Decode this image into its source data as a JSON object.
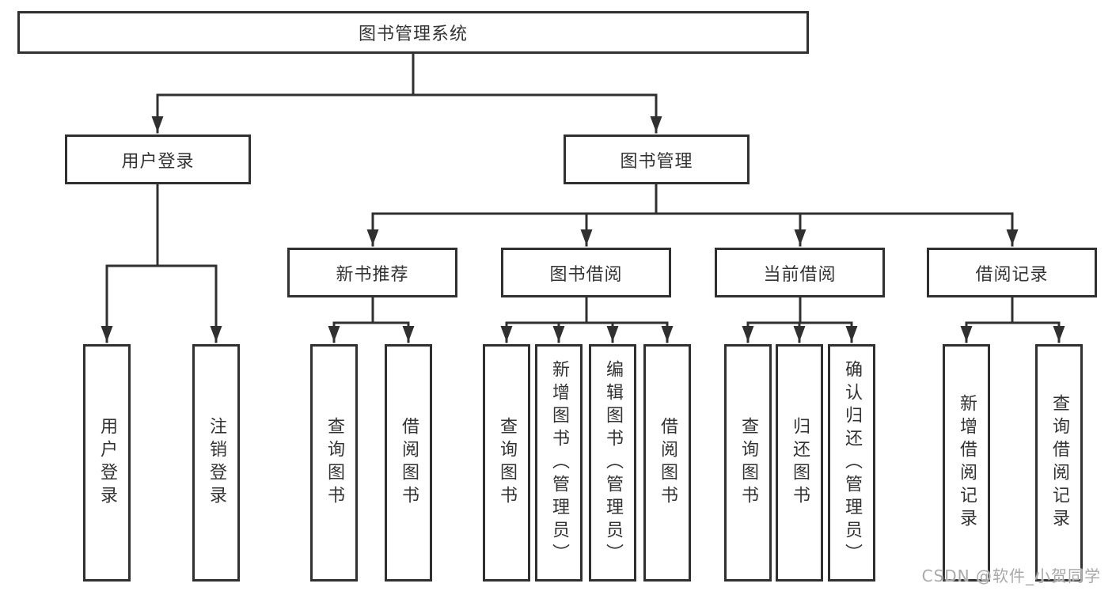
{
  "colors": {
    "line": "#303030",
    "text": "#333333",
    "background": "#ffffff",
    "watermark": "#a9a9a9"
  },
  "diagram": {
    "type": "hierarchy-tree",
    "root": {
      "label": "图书管理系统"
    },
    "level2": {
      "user_login": {
        "label": "用户登录"
      },
      "book_management": {
        "label": "图书管理"
      }
    },
    "level3": {
      "new_book_recommend": {
        "label": "新书推荐"
      },
      "book_borrow": {
        "label": "图书借阅"
      },
      "current_borrow": {
        "label": "当前借阅"
      },
      "borrow_records": {
        "label": "借阅记录"
      }
    },
    "leaves": {
      "user_login": [
        "用户登录",
        "注销登录"
      ],
      "new_book_recommend": [
        "查询图书",
        "借阅图书"
      ],
      "book_borrow": [
        "查询图书",
        "新增图书（管理员）",
        "编辑图书（管理员）",
        "借阅图书"
      ],
      "current_borrow": [
        "查询图书",
        "归还图书",
        "确认归还（管理员）"
      ],
      "borrow_records": [
        "新增借阅记录",
        "查询借阅记录"
      ]
    }
  },
  "watermark": {
    "text": "CSDN @软件_小贺同学"
  }
}
